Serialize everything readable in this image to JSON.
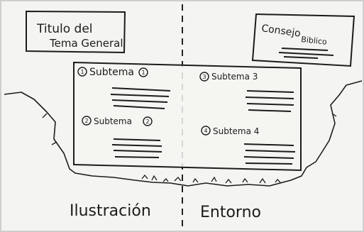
{
  "title_box": {
    "line1": "Titulo del",
    "line2": "Tema General"
  },
  "quote_box": {
    "line1": "Consejo",
    "line2": "Biblico"
  },
  "subtopics": [
    {
      "marker": "1",
      "label": "Subtema",
      "suffix_marker": "1"
    },
    {
      "marker": "2",
      "label": "Subtema",
      "suffix_marker": "2"
    },
    {
      "marker": "3",
      "label": "Subtema 3"
    },
    {
      "marker": "4",
      "label": "Subtema 4"
    }
  ],
  "captions": {
    "left": "Ilustración",
    "right": "Entorno"
  },
  "colors": {
    "paper": "#f4f4f2",
    "ink": "#1c1c1c"
  }
}
